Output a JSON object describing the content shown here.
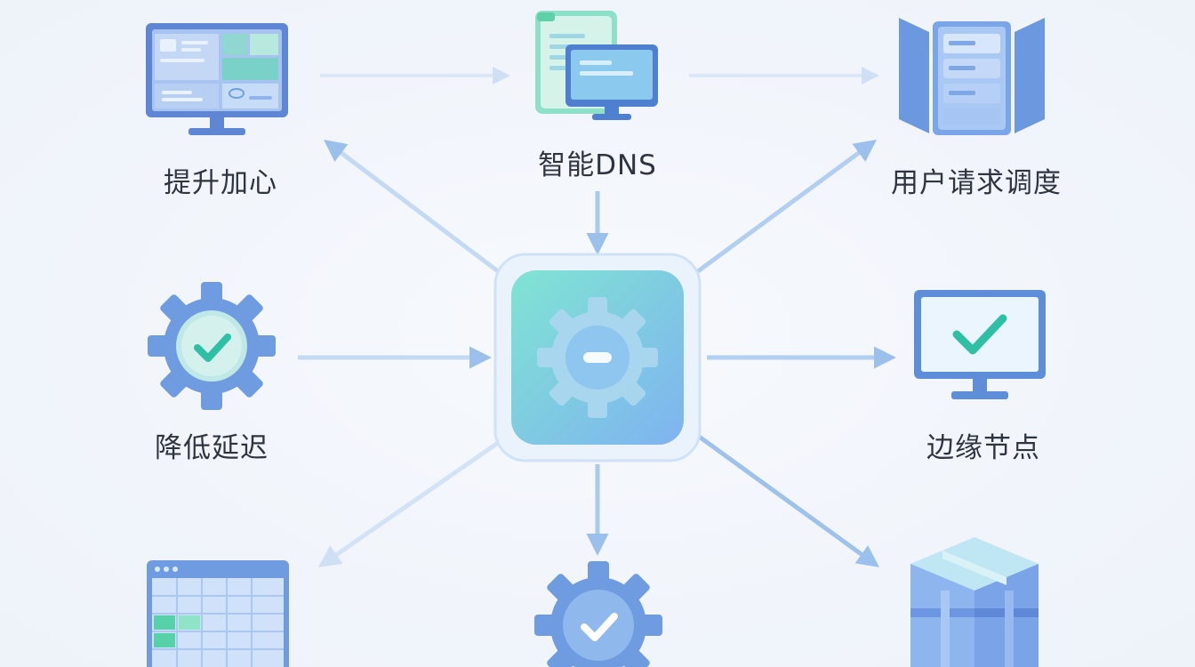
{
  "nodes": {
    "top_left": {
      "label": "提升加心",
      "icon": "dashboard-monitor-icon"
    },
    "top_center": {
      "label": "智能DNS",
      "icon": "document-monitor-icon"
    },
    "top_right": {
      "label": "用户请求调度",
      "icon": "server-rack-icon"
    },
    "middle_left": {
      "label": "降低延迟",
      "icon": "gear-check-icon"
    },
    "center": {
      "label": "",
      "icon": "central-gear-icon"
    },
    "middle_right": {
      "label": "边缘节点",
      "icon": "monitor-check-icon"
    },
    "bottom_left": {
      "label": "",
      "icon": "spreadsheet-window-icon"
    },
    "bottom_center": {
      "label": "",
      "icon": "gear-check-icon"
    },
    "bottom_right": {
      "label": "",
      "icon": "cube-icon"
    }
  },
  "colors": {
    "arrow": "#b9d3f1",
    "arrow_strong": "#8fb6e8",
    "icon_blue": "#6f9be0",
    "icon_teal": "#5fd8c3",
    "label_text": "#2f3540"
  }
}
